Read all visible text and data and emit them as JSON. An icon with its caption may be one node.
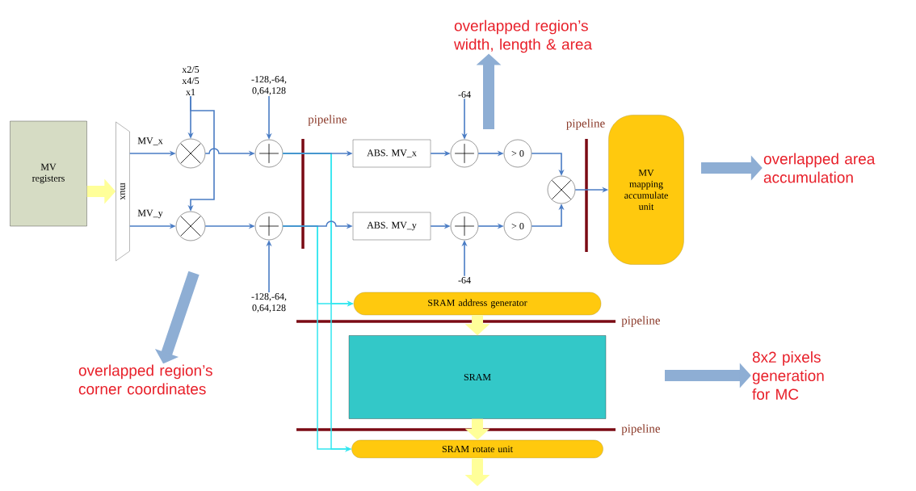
{
  "diagram": {
    "nodes": [
      {
        "text": [
          "MV registers"
        ]
      },
      {
        "text": [
          "mux"
        ]
      },
      {
        "text": [],
        "shape": "circle"
      },
      {
        "text": [],
        "shape": "circle"
      },
      {
        "text": [],
        "shape": "circle"
      },
      {
        "text": [],
        "shape": "circle"
      },
      {
        "text": [
          "ABS. MV_x"
        ]
      },
      {
        "text": [
          "ABS. MV_y"
        ]
      },
      {
        "text": [],
        "shape": "circle"
      },
      {
        "text": [],
        "shape": "circle"
      },
      {
        "text": [
          "> 0"
        ]
      },
      {
        "text": [
          "> 0"
        ]
      },
      {
        "text": [],
        "shape": "circle"
      },
      {
        "text": [
          "MV mapping accumulate unit"
        ]
      },
      {
        "text": [
          "SRAM address generator"
        ]
      },
      {
        "text": [
          "SRAM"
        ]
      },
      {
        "text": [
          "SRAM rotate unit"
        ]
      },
      {
        "text": [
          "x2/5 x4/5 x1"
        ]
      },
      {
        "text": [
          "-128,-64, 0,64,128"
        ]
      },
      {
        "text": [
          "-128,-64, 0,64,128"
        ]
      },
      {
        "text": [
          "-64"
        ]
      },
      {
        "text": [
          "-64"
        ]
      },
      {
        "text": [
          "overlapped region’s width, length & area"
        ]
      },
      {
        "text": [
          "overlapped area accumulation"
        ]
      },
      {
        "text": [
          "overlapped region’s corner coordinates"
        ]
      },
      {
        "text": [
          "8x2 pixels generation for MC"
        ]
      }
    ],
    "edges": [
      {
        "from": 0,
        "to": 1,
        "arrow": "to",
        "style": "thick",
        "color": "#ffff99"
      },
      {
        "from": 1,
        "to": 2,
        "arrow": "to",
        "label": "MV_x"
      },
      {
        "from": 1,
        "to": 3,
        "arrow": "to",
        "label": "MV_y"
      },
      {
        "from": 17,
        "to": 2,
        "arrow": "to"
      },
      {
        "from": 17,
        "to": 3,
        "arrow": "to"
      },
      {
        "from": 2,
        "to": 4,
        "arrow": "to"
      },
      {
        "from": 3,
        "to": 5,
        "arrow": "to"
      },
      {
        "from": 18,
        "to": 4,
        "arrow": "to"
      },
      {
        "from": 19,
        "to": 5,
        "arrow": "to"
      },
      {
        "from": 4,
        "to": 6,
        "arrow": "to"
      },
      {
        "from": 5,
        "to": 7,
        "arrow": "to"
      },
      {
        "from": 4,
        "to": 14,
        "arrow": "to",
        "color": "#33e6f0"
      },
      {
        "from": 4,
        "to": 16,
        "arrow": "to",
        "color": "#33e6f0"
      },
      {
        "from": 5,
        "to": 14,
        "arrow": "to",
        "color": "#33e6f0"
      },
      {
        "from": 5,
        "to": 16,
        "arrow": "to",
        "color": "#33e6f0"
      },
      {
        "from": 6,
        "to": 8,
        "arrow": "to"
      },
      {
        "from": 7,
        "to": 9,
        "arrow": "to"
      },
      {
        "from": 20,
        "to": 8,
        "arrow": "to"
      },
      {
        "from": 21,
        "to": 9,
        "arrow": "to"
      },
      {
        "from": 8,
        "to": 10,
        "arrow": "to"
      },
      {
        "from": 9,
        "to": 11,
        "arrow": "to"
      },
      {
        "from": 10,
        "to": 12,
        "arrow": "to"
      },
      {
        "from": 11,
        "to": 12,
        "arrow": "to"
      },
      {
        "from": 12,
        "to": 13,
        "arrow": "to"
      },
      {
        "from": 14,
        "to": 15,
        "arrow": "to",
        "style": "thick",
        "color": "#ffff99"
      },
      {
        "from": 15,
        "to": 16,
        "arrow": "to",
        "style": "thick",
        "color": "#ffff99"
      },
      {
        "from": 16,
        "to": null,
        "arrow": "to",
        "style": "thick",
        "color": "#ffff99"
      },
      {
        "from": null,
        "to": 22,
        "arrow": "to",
        "style": "thick",
        "color": "#8eaed4"
      },
      {
        "from": null,
        "to": 23,
        "arrow": "to",
        "style": "thick",
        "color": "#8eaed4"
      },
      {
        "from": null,
        "to": 24,
        "arrow": "to",
        "style": "thick",
        "color": "#8eaed4"
      },
      {
        "from": null,
        "to": 25,
        "arrow": "to",
        "style": "thick",
        "color": "#8eaed4"
      }
    ],
    "labels": [
      "pipeline",
      "pipeline",
      "pipeline",
      "pipeline"
    ]
  }
}
